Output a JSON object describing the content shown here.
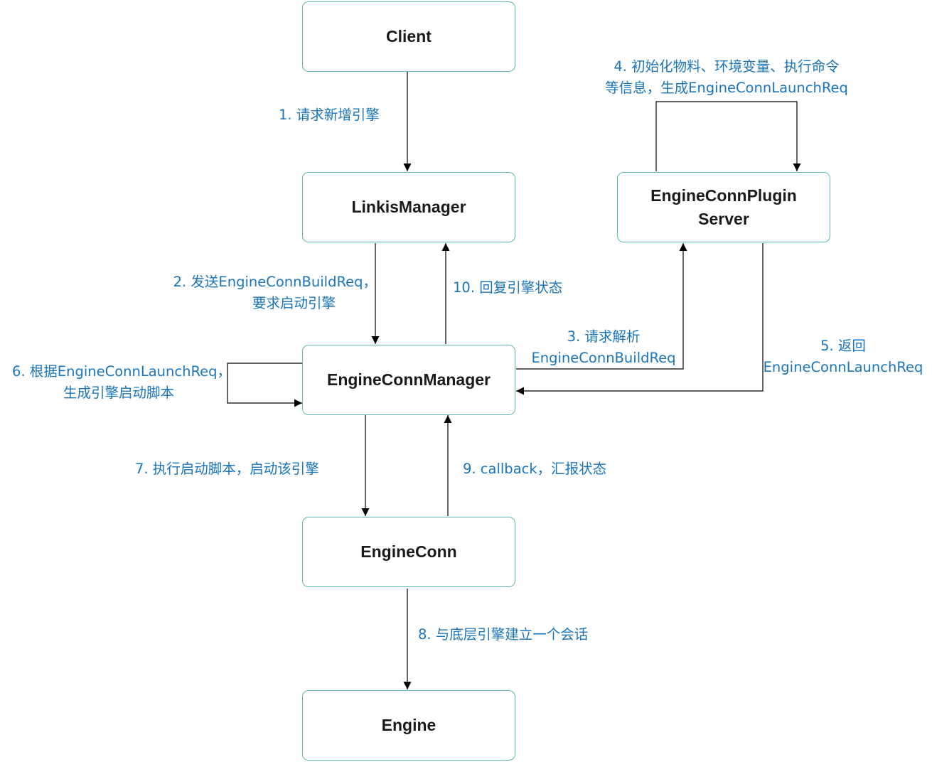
{
  "colors": {
    "node_border": "#5fb8b4",
    "node_text": "#1a1a1a",
    "edge_label": "#1b75bb",
    "arrow": "#000000"
  },
  "nodes": {
    "client": "Client",
    "linkis_manager": "LinkisManager",
    "plugin_server_line1": "EngineConnPlugin",
    "plugin_server_line2": "Server",
    "ecm": "EngineConnManager",
    "engine_conn": "EngineConn",
    "engine": "Engine"
  },
  "edges": {
    "step1": "1. 请求新增引擎",
    "step2_line1": "2. 发送EngineConnBuildReq，",
    "step2_line2": "要求启动引擎",
    "step3_line1": "3. 请求解析",
    "step3_line2": "EngineConnBuildReq",
    "step4_line1": "4. 初始化物料、环境变量、执行命令",
    "step4_line2": "等信息，生成EngineConnLaunchReq",
    "step5_line1": "5. 返回",
    "step5_line2": "EngineConnLaunchReq",
    "step6_line1": "6. 根据EngineConnLaunchReq，",
    "step6_line2": "生成引擎启动脚本",
    "step7": "7. 执行启动脚本，启动该引擎",
    "step8": "8. 与底层引擎建立一个会话",
    "step9": "9. callback，汇报状态",
    "step10": "10. 回复引擎状态"
  }
}
